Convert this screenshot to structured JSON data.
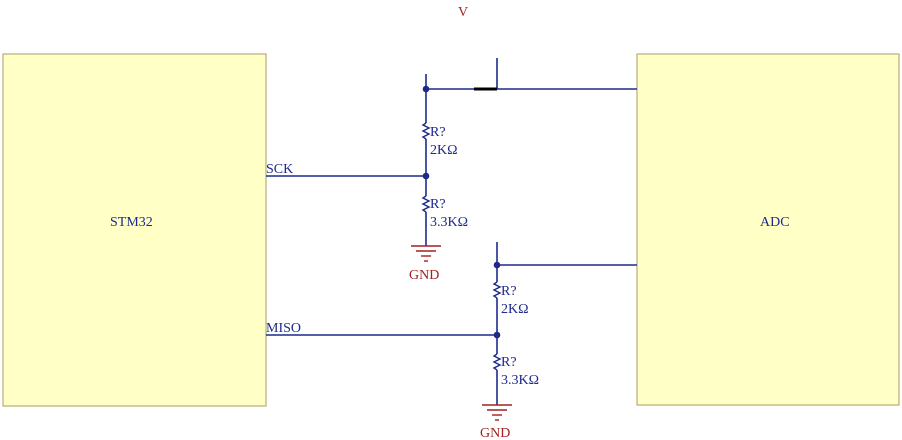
{
  "colors": {
    "wire": "#1c2a8c",
    "block_fill": "#ffffc6",
    "block_border": "#b8ae7a",
    "ground": "#a32020"
  },
  "blocks": {
    "left": {
      "label": "STM32"
    },
    "right": {
      "label": "ADC"
    }
  },
  "nets": {
    "sck": "SCK",
    "miso": "MISO",
    "supply": "V"
  },
  "resistors": [
    {
      "designator": "R?",
      "value": "2KΩ"
    },
    {
      "designator": "R?",
      "value": "3.3KΩ"
    },
    {
      "designator": "R?",
      "value": "2KΩ"
    },
    {
      "designator": "R?",
      "value": "3.3KΩ"
    }
  ],
  "grounds": [
    {
      "label": "GND"
    },
    {
      "label": "GND"
    }
  ]
}
